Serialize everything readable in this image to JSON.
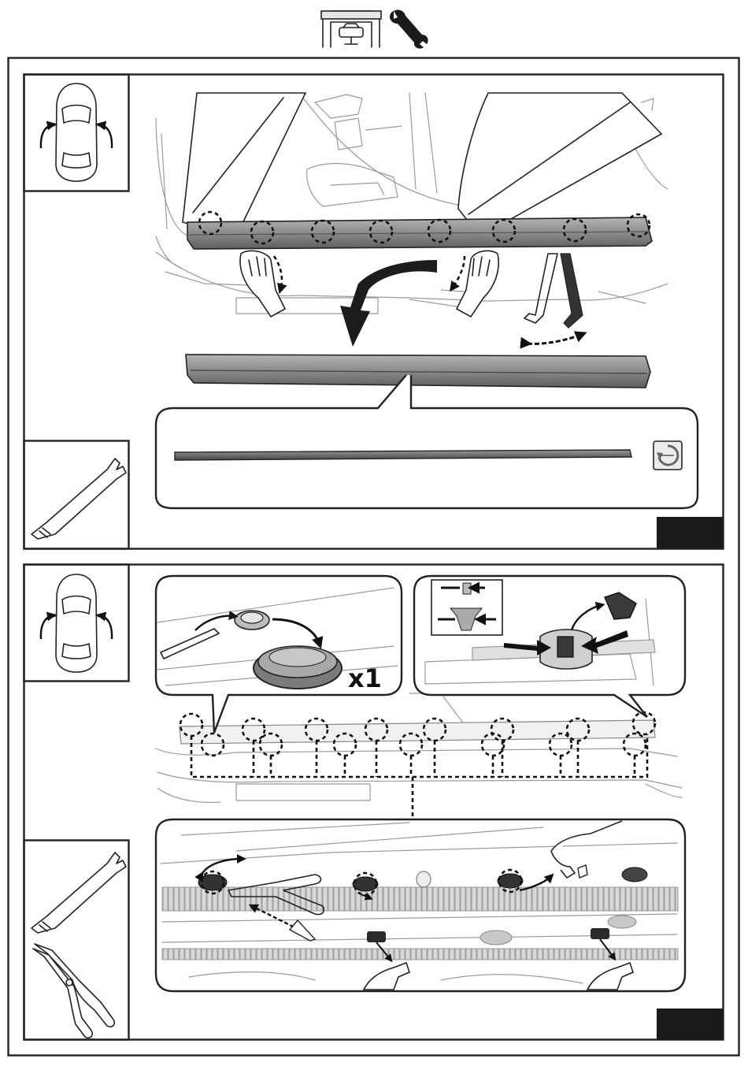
{
  "header": {
    "icons": [
      "garage-lift-icon",
      "wrench-icon"
    ]
  },
  "steps": [
    {
      "views": [
        "car-top-view-doors-open-icon"
      ],
      "tools": [
        "trim-removal-tool-icon"
      ],
      "callout": {
        "part": "weatherstrip-molding",
        "icons": [
          "recycle-no-reuse-icon"
        ]
      }
    },
    {
      "views": [
        "car-top-view-doors-open-icon"
      ],
      "tools": [
        "trim-removal-tool-icon",
        "needle-nose-pliers-icon"
      ],
      "callout_plug": {
        "quantity_label": "x1"
      },
      "callout_clip": {
        "part": "clip-squeeze-release"
      },
      "callout_underbody": {
        "part": "rocker-panel-retainers"
      }
    }
  ],
  "colors": {
    "line": "#222222",
    "dashed_marker": "#111111",
    "step_badge": "#1a1a1a",
    "panel_gray": "#8c8c8c",
    "arrow": "#1c1c1c"
  }
}
